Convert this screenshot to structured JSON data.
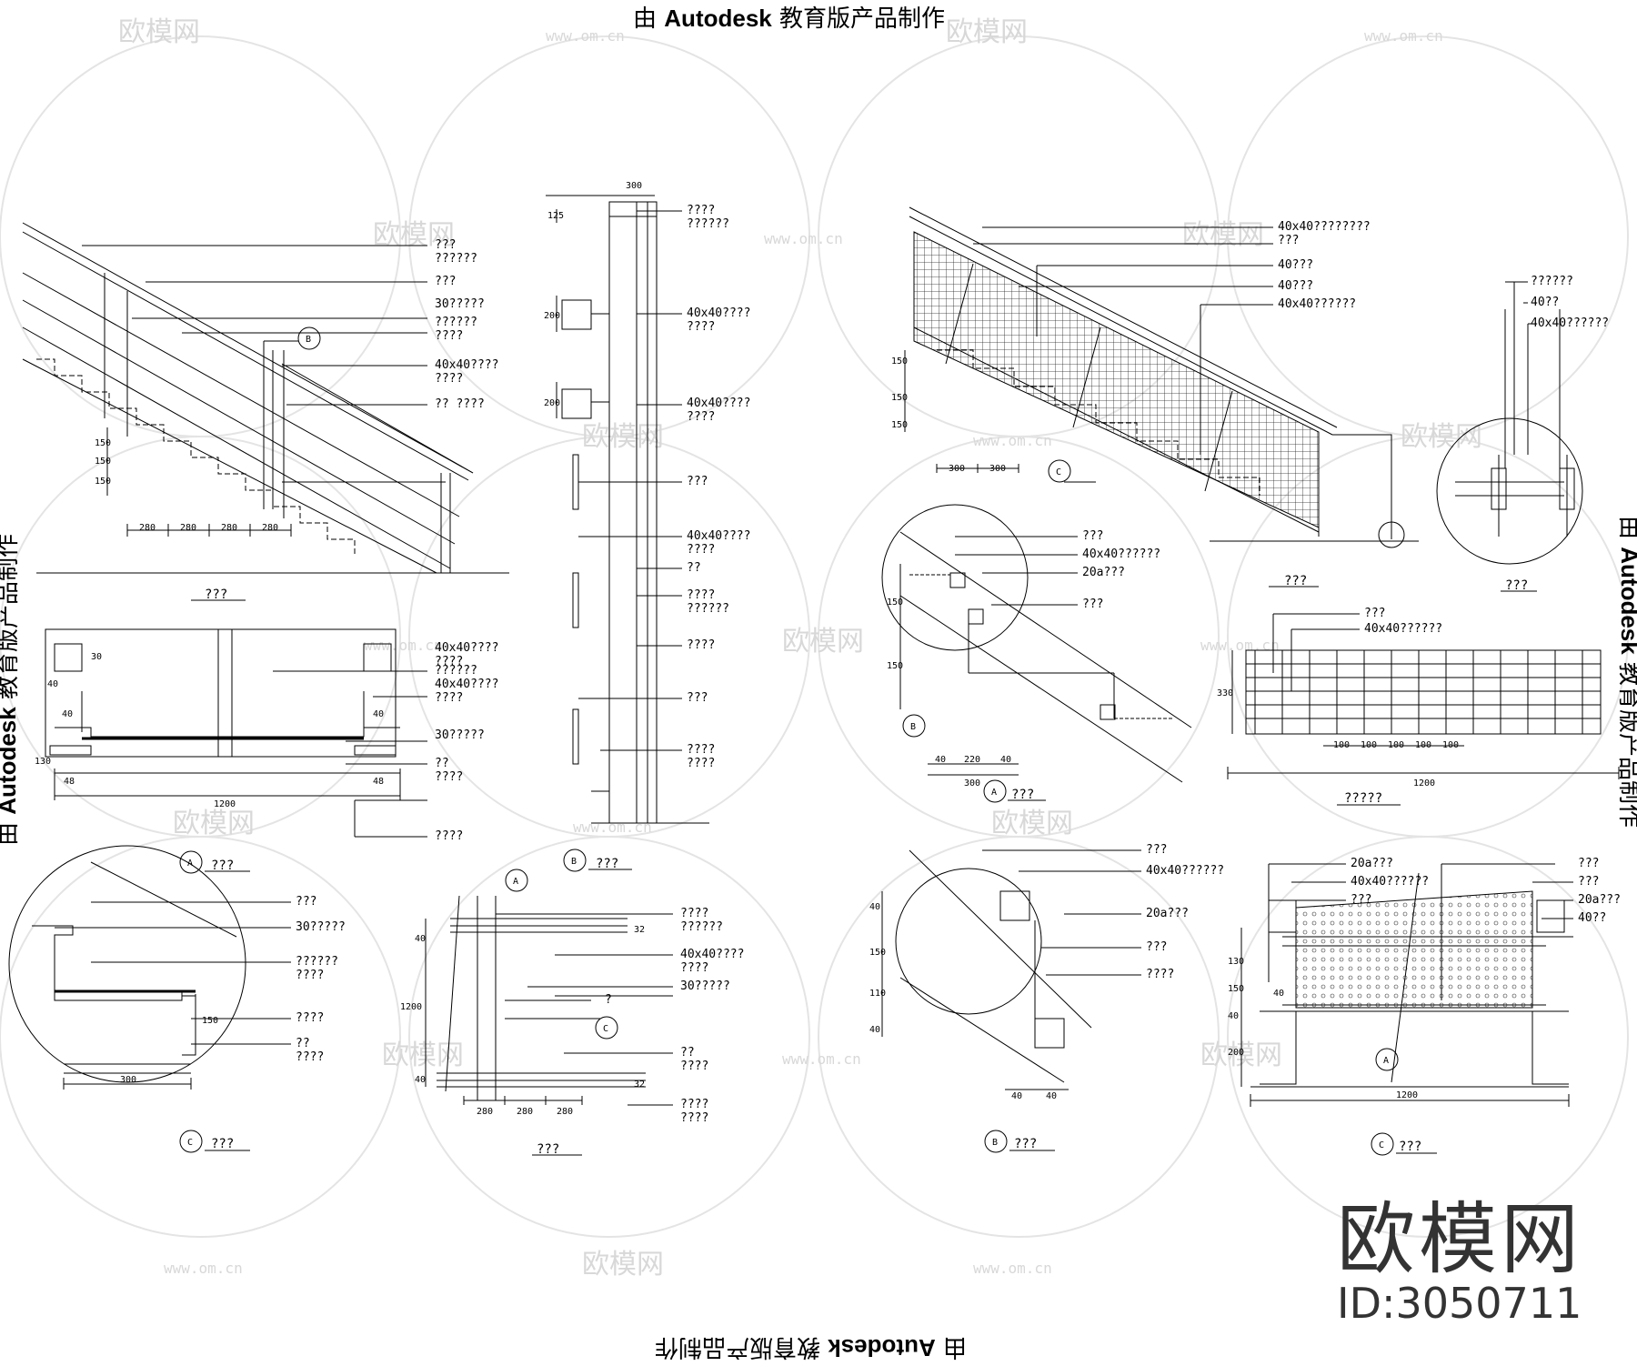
{
  "watermark": {
    "stamp_prefix": "由",
    "stamp_brand": "Autodesk",
    "stamp_suffix": "教育版产品制作",
    "logo_text": "欧模网",
    "site_text": "www.om.cn",
    "id_text": "ID:3050711"
  },
  "views": {
    "stair_elevation_left": {
      "title": "???",
      "labels": [
        "???\n??????",
        "???",
        "30?????",
        "??????\n????",
        "40x40????\n????",
        "??  ????"
      ],
      "dims_h": [
        "280",
        "280",
        "280",
        "280"
      ],
      "dims_v": [
        "150",
        "150",
        "150"
      ],
      "callout": "B"
    },
    "section_a_left": {
      "title": "???",
      "marker": "A",
      "labels": [
        "40x40????\n????",
        "??????",
        "40x40????\n????",
        "30?????",
        "??\n????",
        "????"
      ],
      "dims": [
        "40",
        "30",
        "40",
        "40",
        "130",
        "48",
        "48",
        "1200"
      ]
    },
    "handrail_post_b": {
      "title": "???",
      "marker": "B",
      "labels": [
        "????\n??????",
        "40x40????\n????",
        "40x40????\n????",
        "???",
        "40x40????\n????",
        "??",
        "????\n??????",
        "????",
        "???",
        "????\n????"
      ],
      "dims": [
        "300",
        "125",
        "200",
        "200"
      ]
    },
    "detail_c_left": {
      "title": "???",
      "marker": "C",
      "labels": [
        "???",
        "30?????",
        "??????\n????",
        "????",
        "??\n????"
      ],
      "dims": [
        "300",
        "150"
      ]
    },
    "plan_middle": {
      "title": "???",
      "labels": [
        "????\n??????",
        "40x40????\n????",
        "30?????",
        "?",
        "??\n????",
        "????\n????"
      ],
      "dims": [
        "280",
        "280",
        "280",
        "1200",
        "40",
        "40",
        "32",
        "32"
      ],
      "markers": [
        "A",
        "C"
      ]
    },
    "stair_elevation_right": {
      "title": "???",
      "labels": [
        "40x40????????\n???",
        "40???",
        "40???",
        "40x40??????"
      ],
      "dims": [
        "300",
        "300",
        "150",
        "150",
        "150"
      ],
      "callout": "C"
    },
    "anchor_detail": {
      "title": "???",
      "labels": [
        "??????",
        "40??",
        "40x40??????"
      ]
    },
    "detail_a_right": {
      "title": "???",
      "marker": "A",
      "labels": [
        "???",
        "40x40??????",
        "20a???",
        "???"
      ],
      "dims": [
        "40",
        "220",
        "40",
        "300",
        "150",
        "150"
      ],
      "callout": "B"
    },
    "panel_elevation": {
      "title": "?????",
      "labels": [
        "???",
        "40x40??????"
      ],
      "dims": [
        "100",
        "100",
        "100",
        "100",
        "100",
        "1200",
        "330"
      ]
    },
    "detail_b_right": {
      "title": "???",
      "marker": "B",
      "labels": [
        "???",
        "40x40??????",
        "20a???",
        "???",
        "????"
      ],
      "dims": [
        "40",
        "40",
        "40",
        "150",
        "110",
        "40"
      ]
    },
    "section_c_right": {
      "title": "???",
      "marker": "C",
      "labels": [
        "20a???",
        "40x40??????",
        "???",
        "???",
        "???",
        "20a???",
        "40??"
      ],
      "dims": [
        "130",
        "150",
        "40",
        "200",
        "40",
        "1200"
      ],
      "callout": "A"
    }
  }
}
